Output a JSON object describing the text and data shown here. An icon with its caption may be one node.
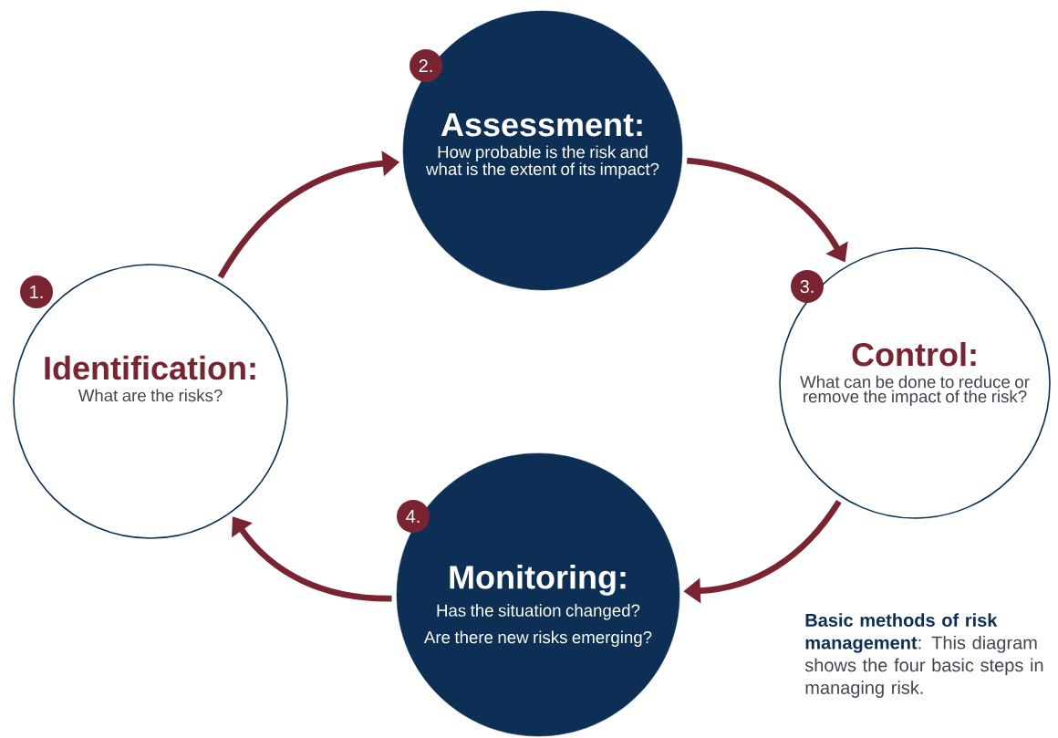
{
  "diagram": {
    "caption": "**Basic methods of risk management**: This diagram shows the four basic steps in managing risk.",
    "nodes": [
      {
        "text": [
          "1."
        ]
      },
      {
        "text": [
          "Identification:",
          "What are the risks?"
        ]
      },
      {
        "text": [
          "2."
        ]
      },
      {
        "text": [
          "Assessment:",
          "How probable is the risk and what is the extent of its impact?"
        ]
      },
      {
        "text": [
          "3."
        ]
      },
      {
        "text": [
          "Control:",
          "What can be done to reduce or remove the impact of the risk?"
        ]
      },
      {
        "text": [
          "4."
        ]
      },
      {
        "text": [
          "Monitoring:",
          "Has the situation changed?",
          "Are there new risks emerging?"
        ]
      }
    ],
    "edges": [
      {
        "from": 1,
        "to": 3,
        "arrow": "to"
      },
      {
        "from": 3,
        "to": 5,
        "arrow": "to"
      },
      {
        "from": 5,
        "to": 7,
        "arrow": "to"
      },
      {
        "from": 7,
        "to": 1,
        "arrow": "to"
      }
    ]
  }
}
